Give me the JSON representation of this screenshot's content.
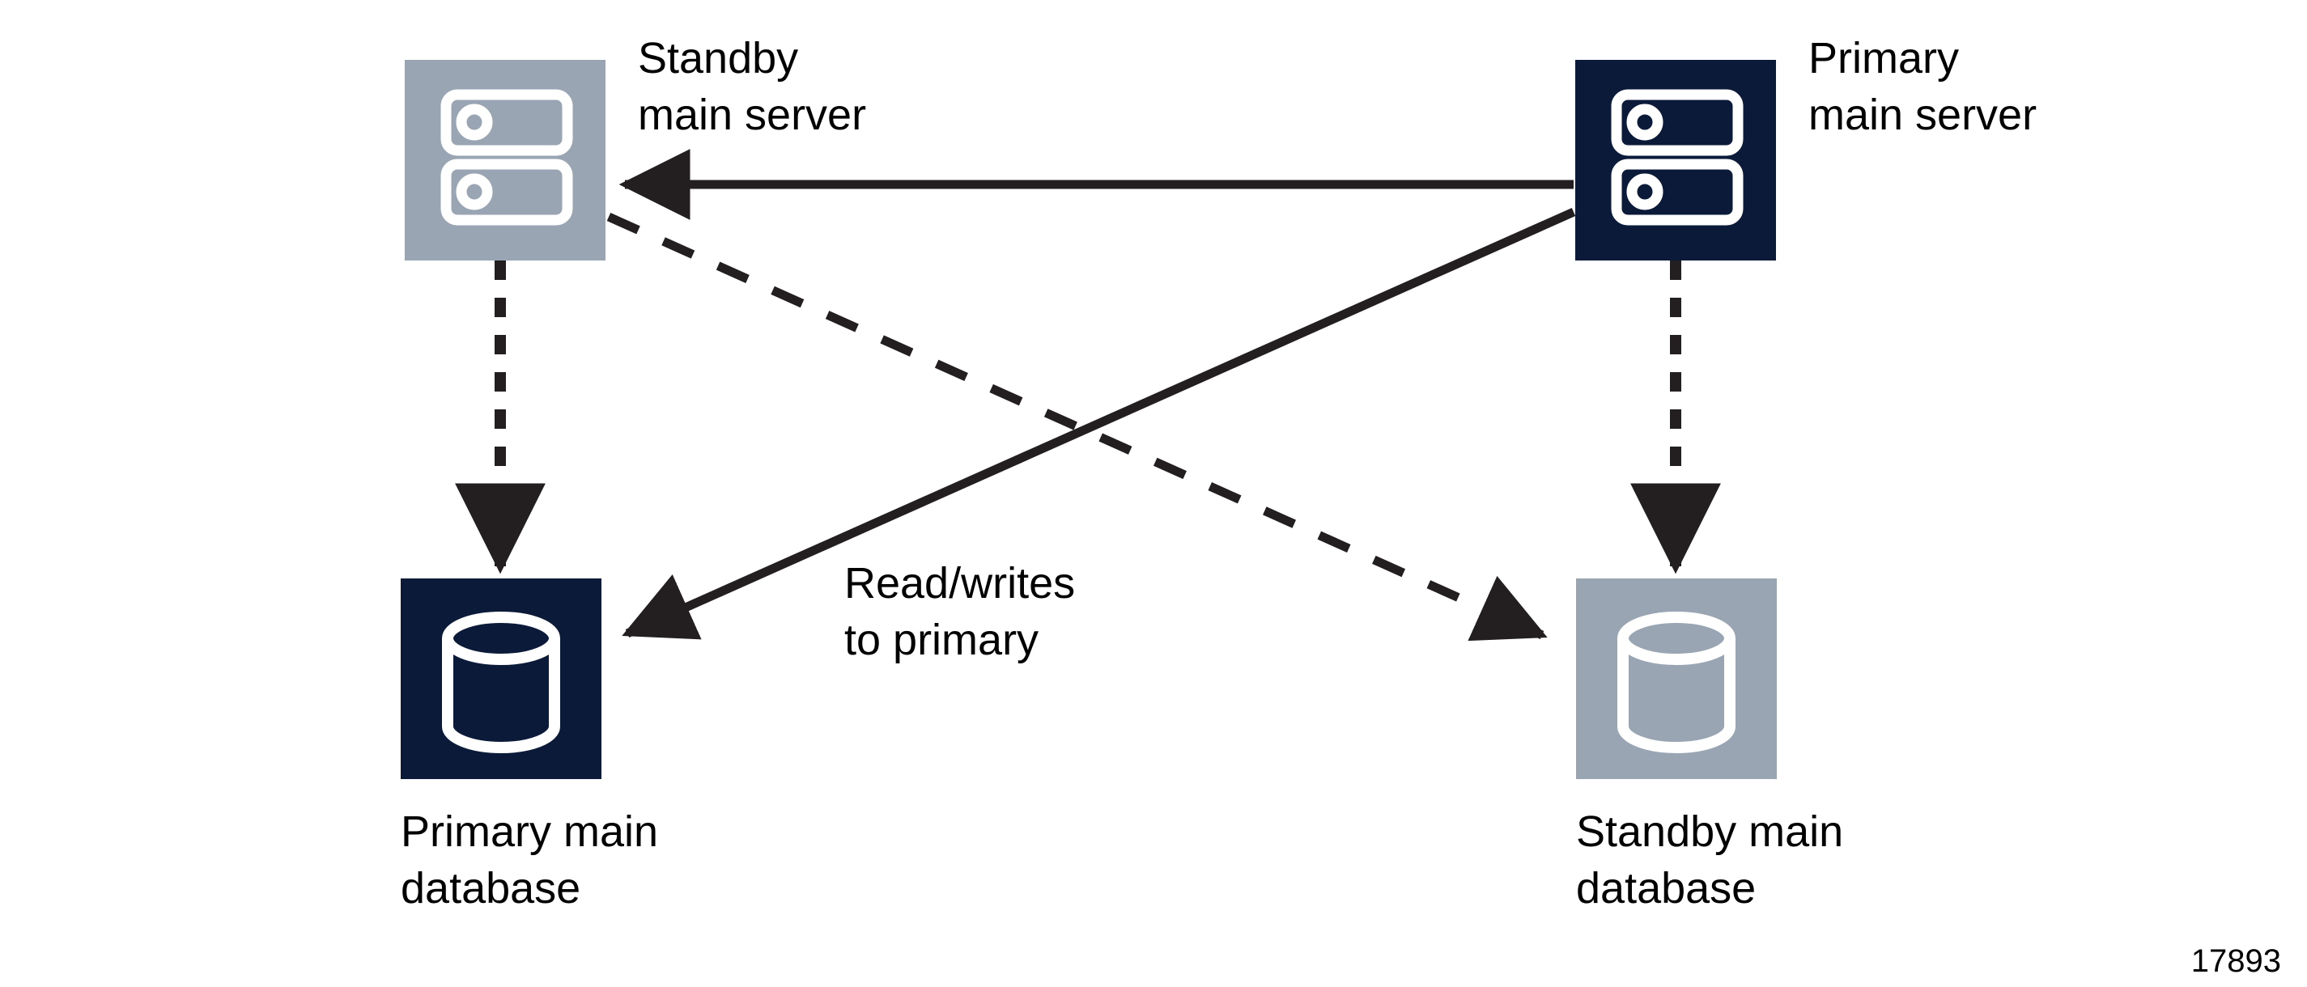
{
  "figure": {
    "number": "17893",
    "background_color": "#ffffff",
    "stroke_color": "#231f20",
    "text_color": "#000000"
  },
  "palette": {
    "primary_fill": "#0b1a38",
    "standby_fill": "#9aa5b4",
    "glyph_stroke": "#ffffff",
    "line": "#231f20"
  },
  "nodes": {
    "standby_server": {
      "icon": "server-icon",
      "fill_key": "standby_fill",
      "label_line1": "Standby",
      "label_line2": "main server"
    },
    "primary_server": {
      "icon": "server-icon",
      "fill_key": "primary_fill",
      "label_line1": "Primary",
      "label_line2": "main server"
    },
    "primary_database": {
      "icon": "database-icon",
      "fill_key": "primary_fill",
      "label_line1": "Primary main",
      "label_line2": "database"
    },
    "standby_database": {
      "icon": "database-icon",
      "fill_key": "standby_fill",
      "label_line1": "Standby main",
      "label_line2": "database"
    }
  },
  "edges": {
    "primary_server_to_standby_server": {
      "style": "solid",
      "direction": "right-to-left",
      "label": ""
    },
    "primary_server_to_primary_database": {
      "style": "solid",
      "direction": "diagonal-down-left",
      "label_line1": "Read/writes",
      "label_line2": "to primary"
    },
    "standby_server_to_standby_database": {
      "style": "dashed",
      "direction": "diagonal-down-right",
      "label": ""
    },
    "standby_server_to_primary_database": {
      "style": "dashed",
      "direction": "down",
      "label": ""
    },
    "primary_server_to_standby_database_vertical": {
      "style": "dashed",
      "direction": "down",
      "label": ""
    }
  }
}
